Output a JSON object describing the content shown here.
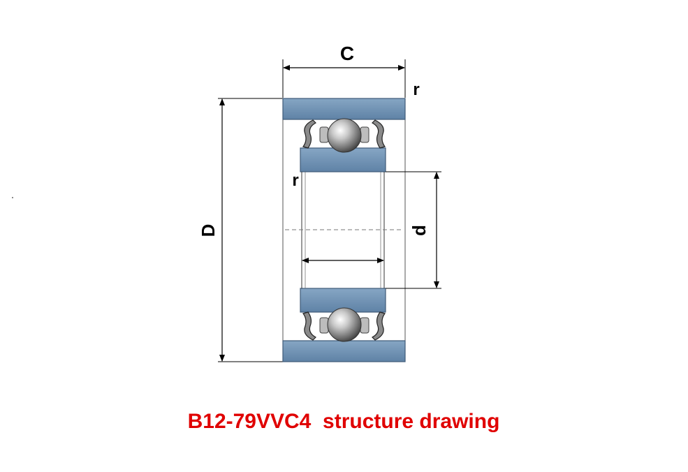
{
  "labels": {
    "width_c": "C",
    "outer_diameter": "D",
    "bore_diameter": "d",
    "fillet_radius_outer": "r",
    "fillet_radius_inner": "r"
  },
  "caption": "B12-79VVC4  structure drawing",
  "colors": {
    "ring_fill": "#6d8fb1",
    "ring_stroke": "#3f5b78",
    "ball": "#9a9a9a",
    "caption": "#e00000",
    "line": "#000000"
  },
  "icons": {
    "ball": "steel-ball-icon",
    "seal": "rubber-seal-icon"
  }
}
